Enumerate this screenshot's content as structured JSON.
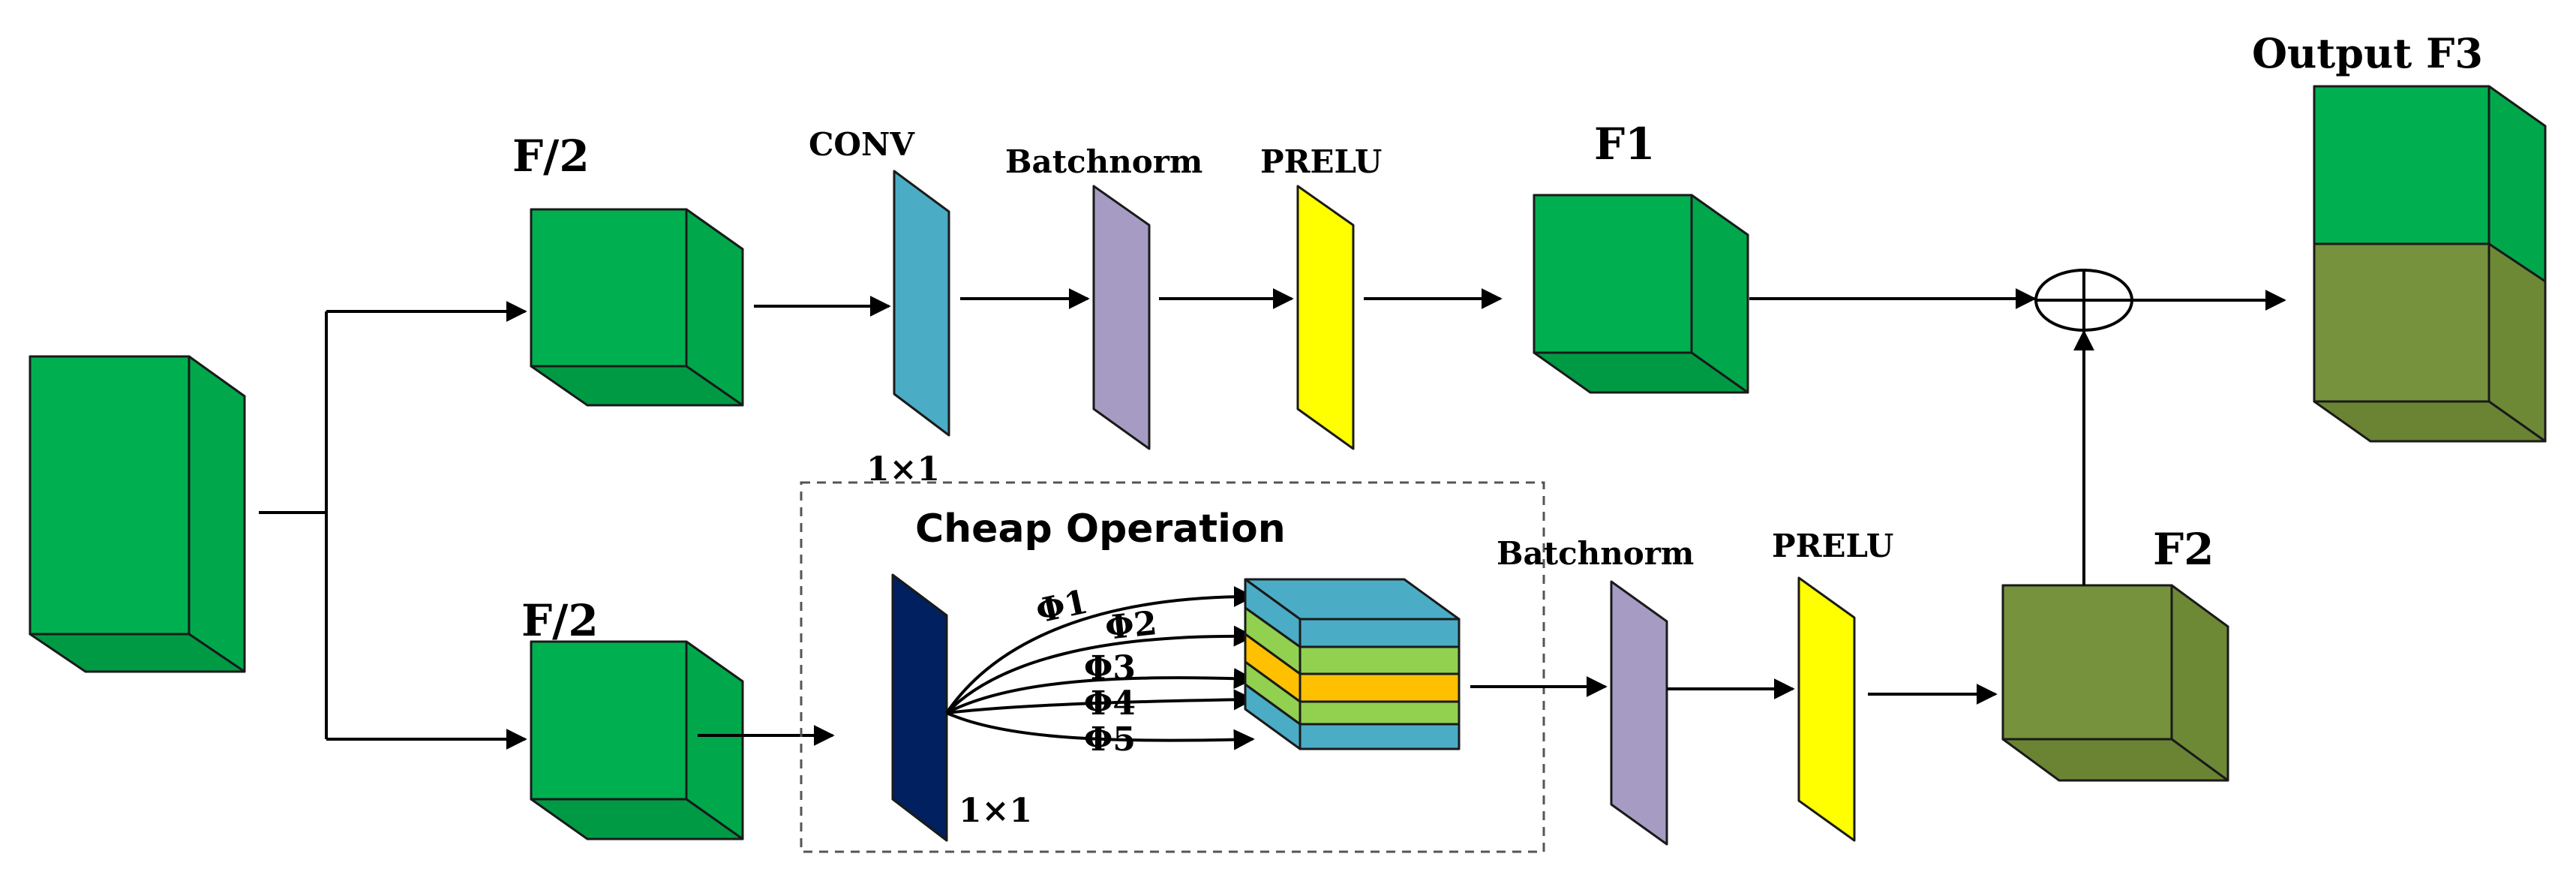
{
  "labels": {
    "half_top": "F/2",
    "half_bottom": "F/2",
    "conv": "CONV",
    "conv_kernel": "1×1",
    "batchnorm_top": "Batchnorm",
    "prelu_top": "PRELU",
    "f1": "F1",
    "output": "Output F3",
    "cheap_title": "Cheap Operation",
    "cheap_kernel": "1×1",
    "phi": [
      "Φ1",
      "Φ2",
      "Φ3",
      "Φ4",
      "Φ5"
    ],
    "batchnorm_bottom": "Batchnorm",
    "prelu_bottom": "PRELU",
    "f2": "F2"
  },
  "colors": {
    "feature_green": "#00b050",
    "feature_olive": "#76923c",
    "conv_blue": "#4bacc6",
    "batchnorm_purple": "#a69cc3",
    "prelu_yellow": "#ffff00",
    "dark_navy": "#002060",
    "stack_blue": "#4bacc6",
    "stack_lightgreen": "#92d050",
    "stack_orange": "#ffc000"
  },
  "icons": {
    "sum_node": "circle-plus-icon"
  }
}
